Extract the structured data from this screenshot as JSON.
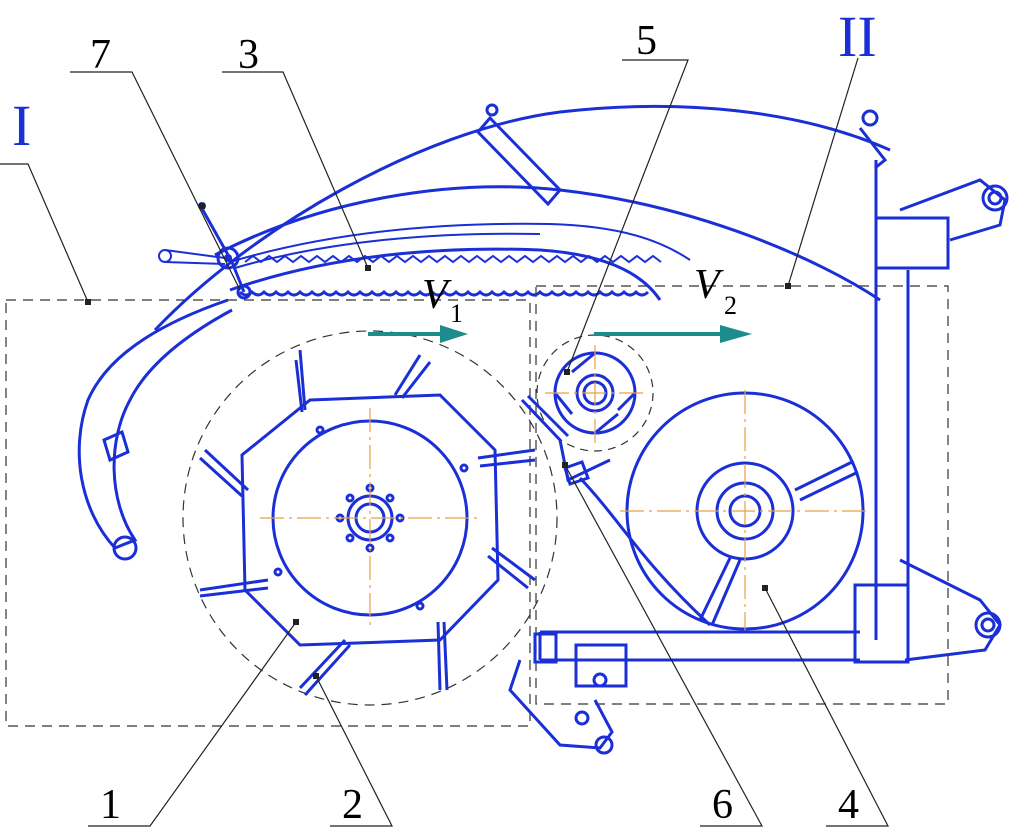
{
  "labels": {
    "zone_1": "I",
    "zone_2": "II",
    "part_1": "1",
    "part_2": "2",
    "part_3": "3",
    "part_4": "4",
    "part_5": "5",
    "part_6": "6",
    "part_7": "7",
    "velocity_1_symbol": "V",
    "velocity_1_subscript": "1",
    "velocity_2_symbol": "V",
    "velocity_2_subscript": "2"
  },
  "colors": {
    "drawing": "#1a2fd6",
    "velocity_arrow": "#1c8c8c",
    "centerline": "#e8a04a",
    "outline": "#333333"
  }
}
